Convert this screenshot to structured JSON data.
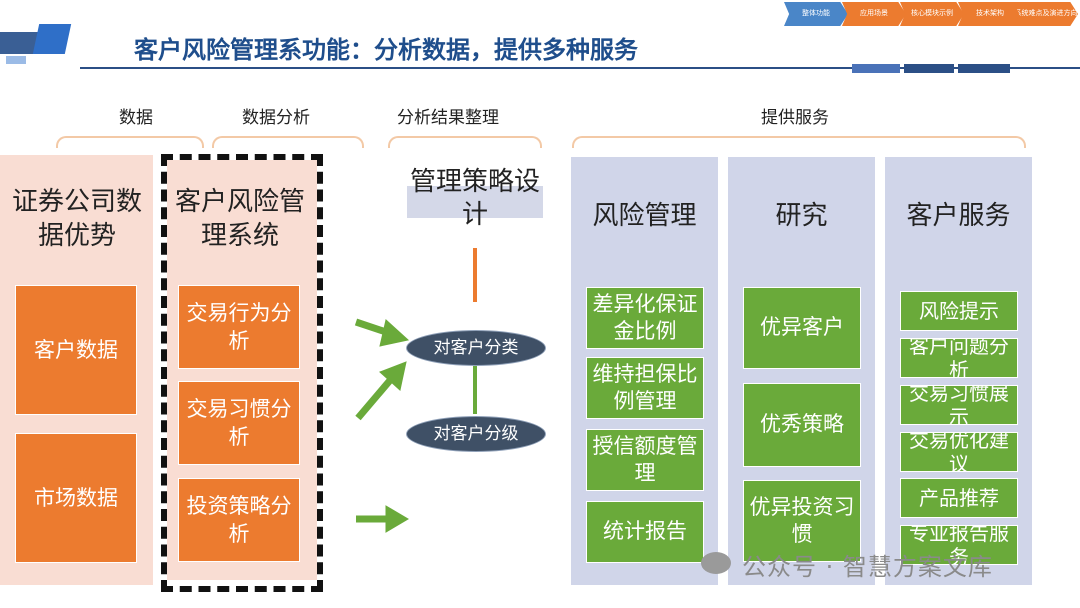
{
  "title": "客户风险管理系功能：分析数据，提供多种服务",
  "nav_tabs": [
    "整体功能",
    "应用场景",
    "核心模块示例",
    "技术架构",
    "系统难点及演进方向"
  ],
  "colors": {
    "orange": "#ec7b2f",
    "green": "#6aaa3a",
    "pink": "#f9ddd3",
    "blue_panel": "#d0d5e9",
    "title": "#1f4e8c"
  },
  "headers": {
    "data": "数据",
    "analysis": "数据分析",
    "organize": "分析结果整理",
    "services": "提供服务"
  },
  "data_col": {
    "title": "证券公司数据优势",
    "items": [
      "客户数据",
      "市场数据"
    ]
  },
  "analysis_col": {
    "title": "客户风险管理系统",
    "items": [
      "交易行为分析",
      "交易习惯分析",
      "投资策略分析"
    ]
  },
  "organize_col": {
    "strategy": "管理策略设计",
    "classify": "对客户分类",
    "grade": "对客户分级"
  },
  "services": [
    {
      "title": "风险管理",
      "items": [
        "差异化保证金比例",
        "维持担保比例管理",
        "授信额度管理",
        "统计报告"
      ]
    },
    {
      "title": "研究",
      "items": [
        "优异客户",
        "优秀策略",
        "优异投资习惯"
      ]
    },
    {
      "title": "客户服务",
      "items": [
        "风险提示",
        "客户问题分析",
        "交易习惯展示",
        "交易优化建议",
        "产品推荐",
        "专业报告服务"
      ]
    }
  ],
  "watermark": "公众号 · 智慧方案文库"
}
